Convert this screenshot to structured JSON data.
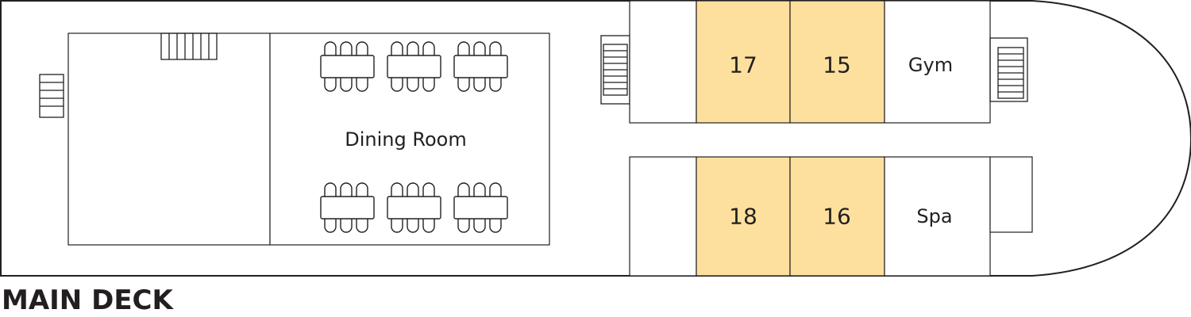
{
  "deck": {
    "title": "MAIN DECK",
    "cabin_color": "#fde09e",
    "line_color": "#231f20",
    "cabins": [
      {
        "id": "17",
        "label": "17"
      },
      {
        "id": "15",
        "label": "15"
      },
      {
        "id": "18",
        "label": "18"
      },
      {
        "id": "16",
        "label": "16"
      }
    ],
    "rooms": {
      "dining": "Dining Room",
      "gym": "Gym",
      "spa": "Spa"
    }
  }
}
